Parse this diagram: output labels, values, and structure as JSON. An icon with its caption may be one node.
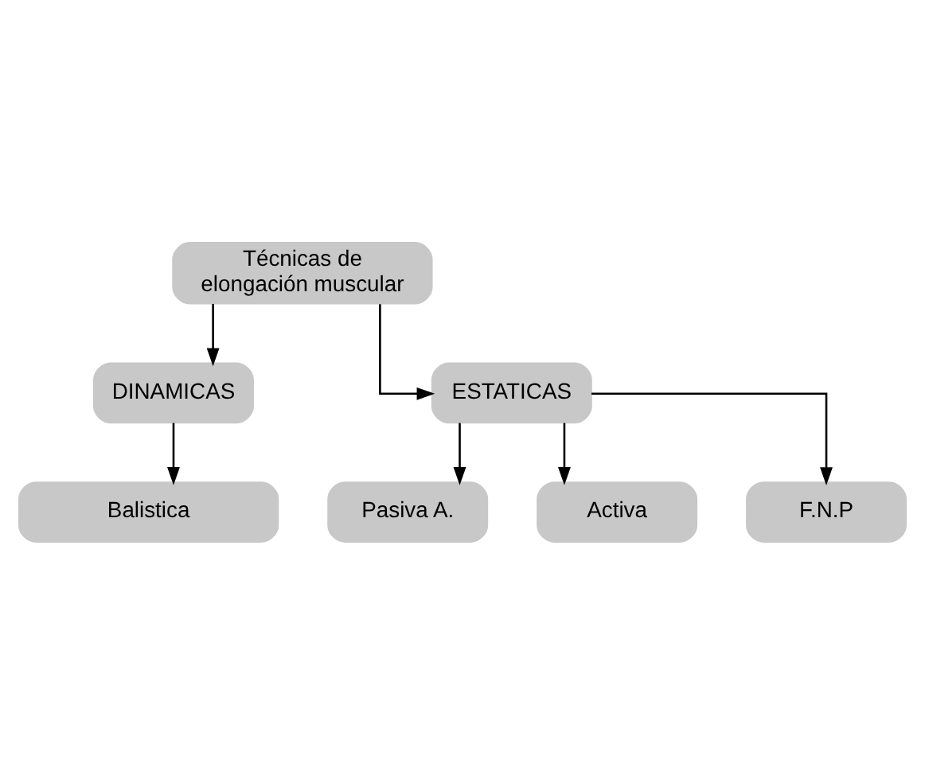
{
  "diagram": {
    "nodes": [
      {
        "text": [
          "Técnicas de elongación muscular"
        ]
      },
      {
        "text": [
          "DINAMICAS"
        ]
      },
      {
        "text": [
          "ESTATICAS"
        ]
      },
      {
        "text": [
          "Balistica"
        ]
      },
      {
        "text": [
          "Pasiva A."
        ]
      },
      {
        "text": [
          "Activa"
        ]
      },
      {
        "text": [
          "F.N.P"
        ]
      }
    ],
    "edges": [
      {
        "from": 0,
        "to": 1,
        "arrow": "to"
      },
      {
        "from": 0,
        "to": 2,
        "arrow": "to"
      },
      {
        "from": 1,
        "to": 3,
        "arrow": "to"
      },
      {
        "from": 2,
        "to": 4,
        "arrow": "to"
      },
      {
        "from": 2,
        "to": 5,
        "arrow": "to"
      },
      {
        "from": 2,
        "to": 6,
        "arrow": "to"
      }
    ]
  }
}
